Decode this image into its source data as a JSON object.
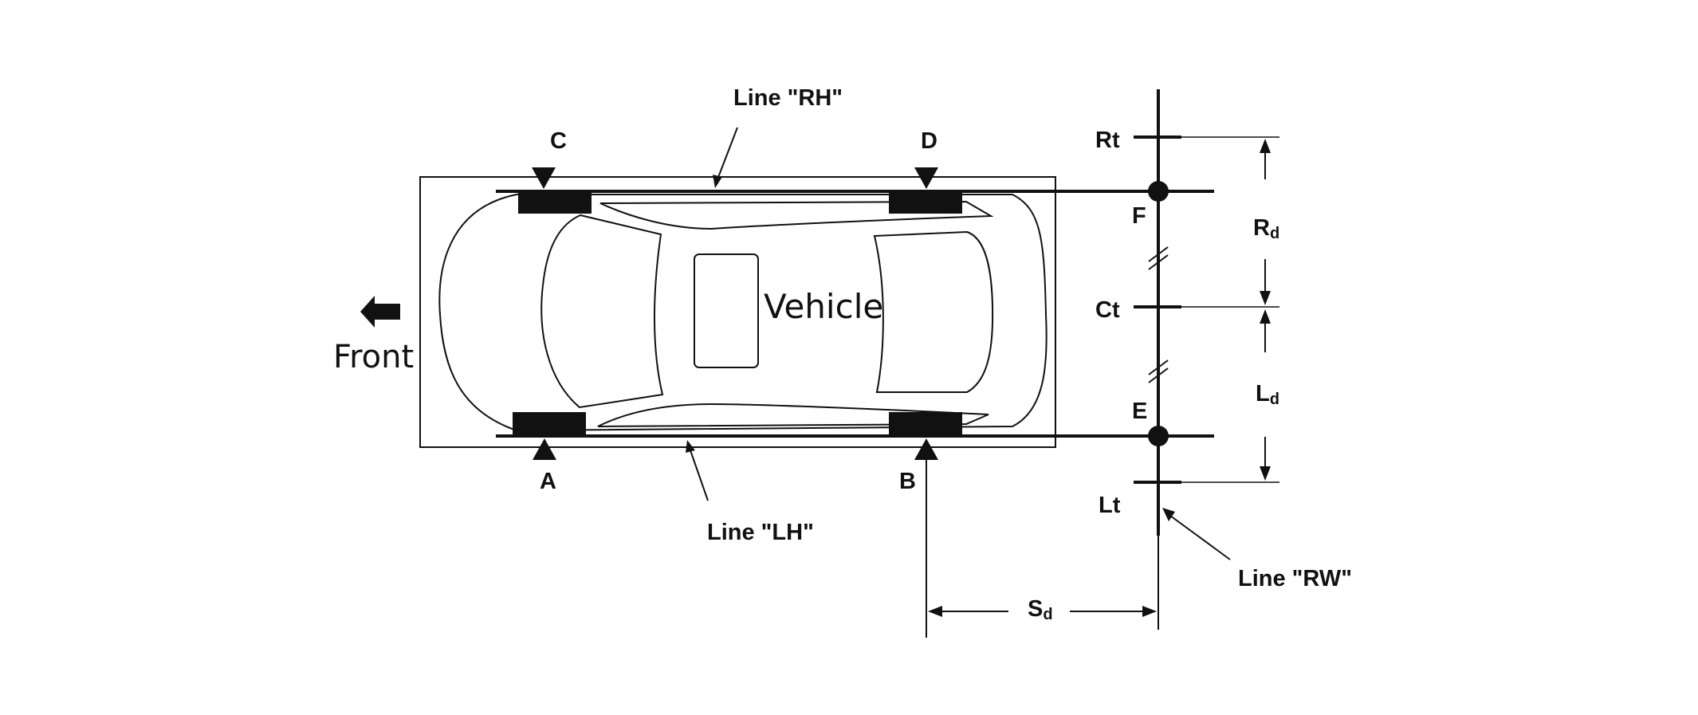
{
  "labels": {
    "line_rh": "Line \"RH\"",
    "line_lh": "Line \"LH\"",
    "line_rw": "Line \"RW\"",
    "vehicle": "Vehicle",
    "front": "Front",
    "point_a": "A",
    "point_b": "B",
    "point_c": "C",
    "point_d": "D",
    "point_e": "E",
    "point_f": "F",
    "rt": "Rt",
    "ct": "Ct",
    "lt": "Lt",
    "rd_main": "R",
    "rd_sub": "d",
    "ld_main": "L",
    "ld_sub": "d",
    "sd_main": "S",
    "sd_sub": "d"
  },
  "icons": {
    "front_arrow": "left-arrow-icon",
    "point_marker": "triangle-marker-icon",
    "junction": "dot-icon"
  },
  "colors": {
    "ink": "#111111",
    "background": "#ffffff"
  }
}
